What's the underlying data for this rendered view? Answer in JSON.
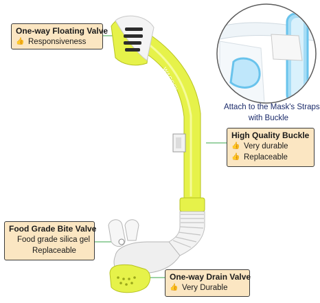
{
  "brand_text": "WACOOL",
  "colors": {
    "tube": "#e6f24a",
    "tube_shadow": "#c7d22a",
    "label_bg": "#fbe6c2",
    "leader": "#3aa64a",
    "mask_frame": "#8fd3f0"
  },
  "callouts": {
    "floating_valve": {
      "title": "One-way Floating Valve",
      "points": [
        "Responsiveness"
      ]
    },
    "buckle": {
      "title": "High Quality Buckle",
      "points": [
        "Very durable",
        "Replaceable"
      ]
    },
    "bite_valve": {
      "title": "Food Grade Bite Valve",
      "points": [
        "Food grade silica gel",
        "Replaceable"
      ]
    },
    "drain_valve": {
      "title": "One-way Drain Valve",
      "points": [
        "Very Durable"
      ]
    }
  },
  "inset_caption": {
    "line1": "Attach to the Mask's Straps",
    "line2": "with Buckle"
  },
  "icons": {
    "bullet": "thumbs-up-icon"
  }
}
